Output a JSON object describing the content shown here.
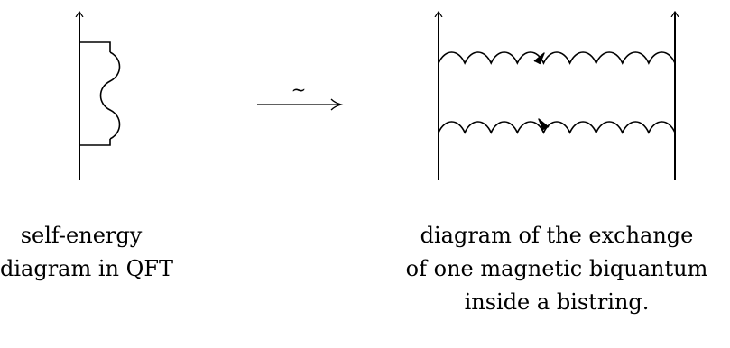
{
  "arrow_label": "~",
  "left_caption": [
    "self-energy",
    "diagram in QFT"
  ],
  "right_caption": [
    "diagram of the exchange",
    "of one magnetic biquantum",
    "inside a bistring."
  ]
}
